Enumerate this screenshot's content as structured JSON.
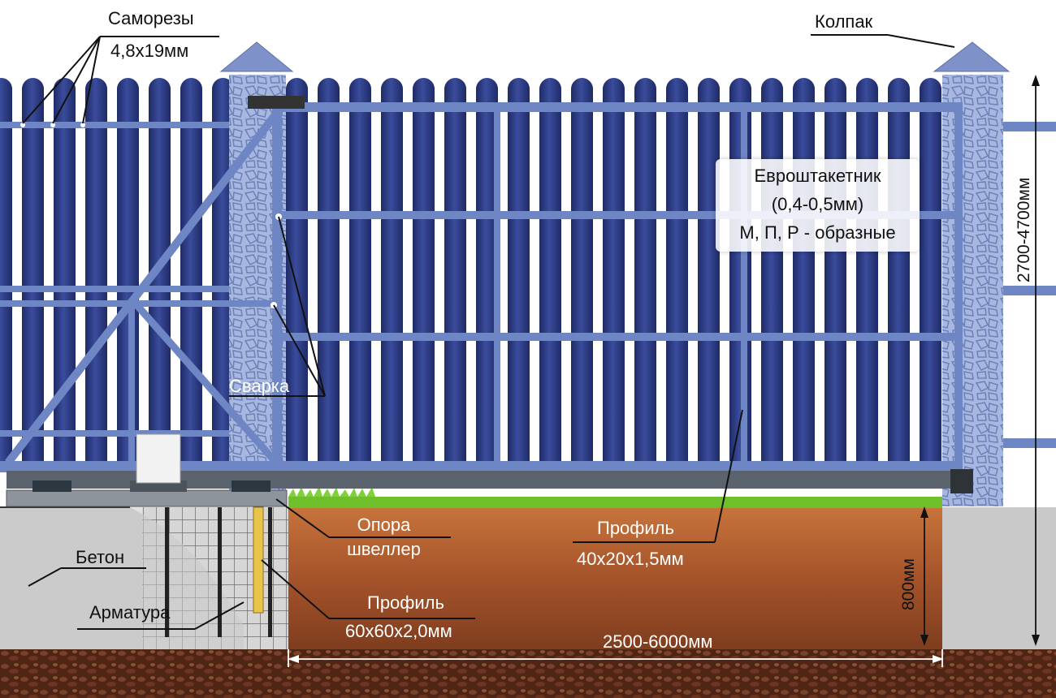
{
  "labels": {
    "screws_title": "Саморезы",
    "screws_size": "4,8х19мм",
    "cap": "Колпак",
    "picket_title": "Евроштакетник",
    "picket_thickness": "(0,4-0,5мм)",
    "picket_shapes": "М, П, Р - образные",
    "weld": "Сварка",
    "support_line1": "Опора",
    "support_line2": "швеллер",
    "profile_small_title": "Профиль",
    "profile_small_size": "40х20х1,5мм",
    "concrete": "Бетон",
    "rebar": "Арматура",
    "profile_big_title": "Профиль",
    "profile_big_size": "60х60х2,0мм",
    "width_dim": "2500-6000мм",
    "depth_dim": "800мм",
    "height_dim": "2700-4700мм"
  },
  "colors": {
    "picket": "#2f3f86",
    "frame": "#6f86c4",
    "pillar": "#a9b9e1",
    "cap": "#7e91c9",
    "grass": "#6fbf2a",
    "soil": "#b8642f",
    "concrete": "#c8c8c8",
    "gravel": "#5a2c1a"
  }
}
